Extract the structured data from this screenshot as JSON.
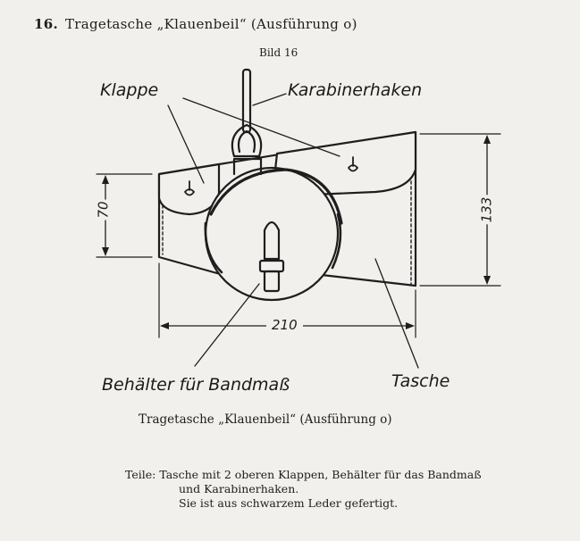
{
  "heading": {
    "number": "16.",
    "title": "Tragetasche „Klauenbeil“ (Ausführung o)"
  },
  "figure_label": "Bild 16",
  "labels": {
    "klappe": "Klappe",
    "karabinerhaken": "Karabinerhaken",
    "behaelter": "Behälter für Bandmaß",
    "tasche": "Tasche"
  },
  "dimensions": {
    "width": "210",
    "height_left": "70",
    "height_right": "133"
  },
  "caption": "Tragetasche „Klauenbeil“ (Ausführung o)",
  "parts": {
    "lead": "Teile:",
    "line1": "Tasche mit 2 oberen Klappen, Behälter für das Bandmaß",
    "line2": "und Karabinerhaken.",
    "line3": "Sie ist aus schwarzem Leder gefertigt."
  }
}
